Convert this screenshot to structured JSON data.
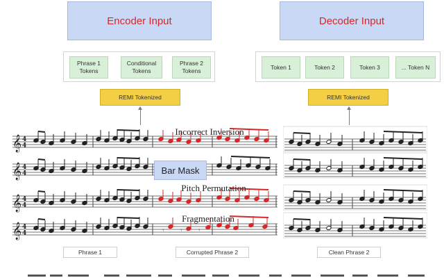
{
  "encoder": {
    "title": "Encoder Input",
    "tokens": [
      "Phrase 1\nTokens",
      "Conditional\nTokens",
      "Phrase 2\nTokens"
    ],
    "remi": "REMI Tokenized"
  },
  "decoder": {
    "title": "Decoder Input",
    "tokens": [
      "Token 1",
      "Token 2",
      "Token 3",
      "... Token N"
    ],
    "remi": "REMI Tokenized"
  },
  "rows": [
    "Incorrect Inversion",
    "Bar Mask",
    "Pitch Permutation",
    "Fragmentation"
  ],
  "labels": {
    "phrase1": "Phrase 1",
    "corrupted": "Corrupted Phrase 2",
    "clean": "Clean Phrase 2"
  },
  "colors": {
    "accent_red": "#d62828",
    "box_blue": "#c9d8f5",
    "token_green": "#d8efd8",
    "remi_yellow": "#f3cf45"
  }
}
